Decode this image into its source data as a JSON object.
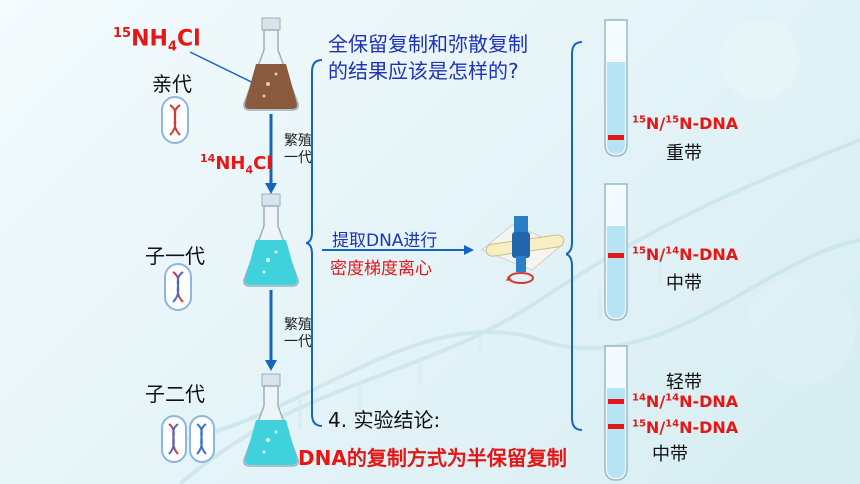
{
  "labels": {
    "parent": "亲代",
    "child1": "子一代",
    "child2": "子二代",
    "n15_reagent_prefix": "15",
    "n15_reagent_main": "NH",
    "n15_reagent_sub": "4",
    "n15_reagent_suffix": "Cl",
    "n14_reagent_prefix": "14",
    "n14_reagent_main": "NH",
    "n14_reagent_sub": "4",
    "n14_reagent_suffix": "Cl",
    "breed_line1": "繁殖",
    "breed_line2": "一代",
    "question_line1": "全保留复制和弥散复制",
    "question_line2": "的结果应该是怎样的?",
    "extract_line1": "提取DNA进行",
    "extract_line2": "密度梯度离心",
    "conclusion_title": "4. 实验结论:",
    "conclusion_text": "DNA的复制方式为半保留复制"
  },
  "tubes": [
    {
      "bands": [
        {
          "sup1": "15",
          "mid": "N/",
          "sup2": "15",
          "end": "N-DNA",
          "name": "重带"
        }
      ]
    },
    {
      "bands": [
        {
          "sup1": "15",
          "mid": "N/",
          "sup2": "14",
          "end": "N-DNA",
          "name": "中带"
        }
      ]
    },
    {
      "bands": [
        {
          "sup1": "14",
          "mid": "N/",
          "sup2": "14",
          "end": "N-DNA",
          "name": "轻带"
        },
        {
          "sup1": "15",
          "mid": "N/",
          "sup2": "14",
          "end": "N-DNA",
          "name": "中带"
        }
      ]
    }
  ],
  "colors": {
    "blue_text": "#1f33b8",
    "red_text": "#e51616",
    "flask_brown": "#8b5a3c",
    "flask_cyan": "#3fd2dc",
    "arrow_blue": "#1565c0"
  }
}
